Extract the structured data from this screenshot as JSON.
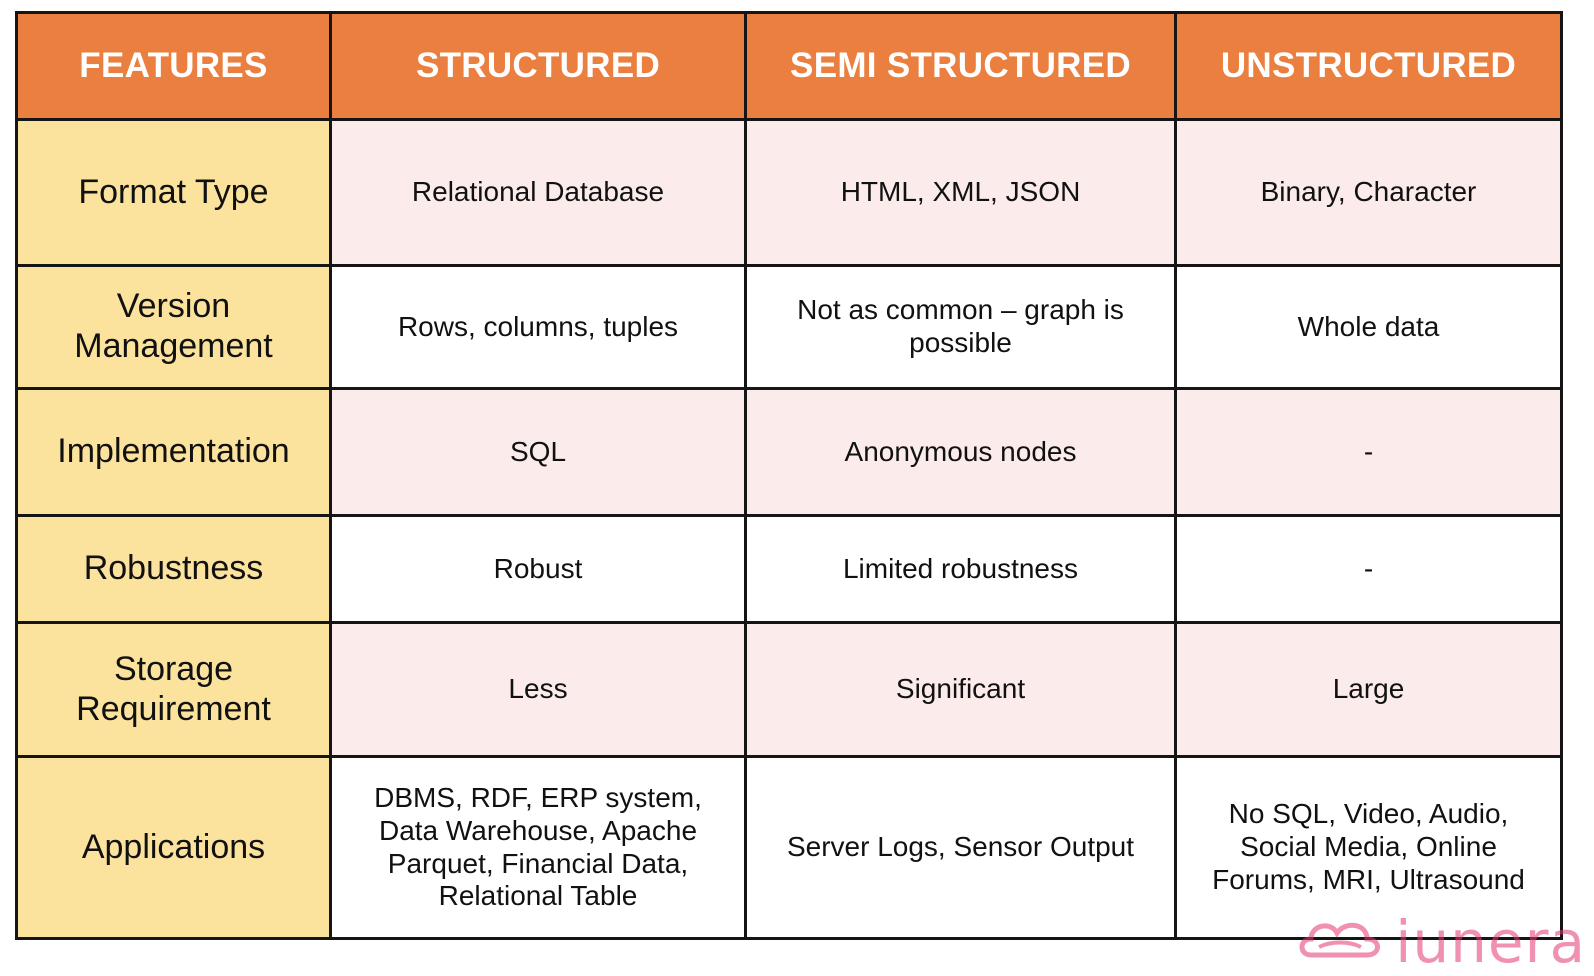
{
  "table": {
    "headers": [
      "FEATURES",
      "STRUCTURED",
      "SEMI STRUCTURED",
      "UNSTRUCTURED"
    ],
    "rows": [
      {
        "feature": "Format Type",
        "structured": "Relational Database",
        "semi_structured": "HTML, XML, JSON",
        "unstructured": "Binary, Character"
      },
      {
        "feature": "Version Management",
        "structured": "Rows, columns, tuples",
        "semi_structured": "Not as common – graph is possible",
        "unstructured": "Whole data"
      },
      {
        "feature": "Implementation",
        "structured": "SQL",
        "semi_structured": "Anonymous nodes",
        "unstructured": "-"
      },
      {
        "feature": "Robustness",
        "structured": "Robust",
        "semi_structured": "Limited robustness",
        "unstructured": "-"
      },
      {
        "feature": "Storage Requirement",
        "structured": "Less",
        "semi_structured": "Significant",
        "unstructured": "Large"
      },
      {
        "feature": "Applications",
        "structured": "DBMS, RDF, ERP system, Data Warehouse, Apache Parquet, Financial Data, Relational Table",
        "semi_structured": "Server Logs, Sensor Output",
        "unstructured": "No SQL, Video, Audio, Social Media, Online Forums, MRI, Ultrasound"
      }
    ]
  },
  "watermark": {
    "text": "iunera",
    "icon": "cloud-swirl-icon",
    "color": "#e3386e"
  },
  "colors": {
    "header_bg": "#ea7f3f",
    "feature_bg": "#fbe39e",
    "shaded_row_bg": "#fbeceb",
    "border": "#151515"
  }
}
